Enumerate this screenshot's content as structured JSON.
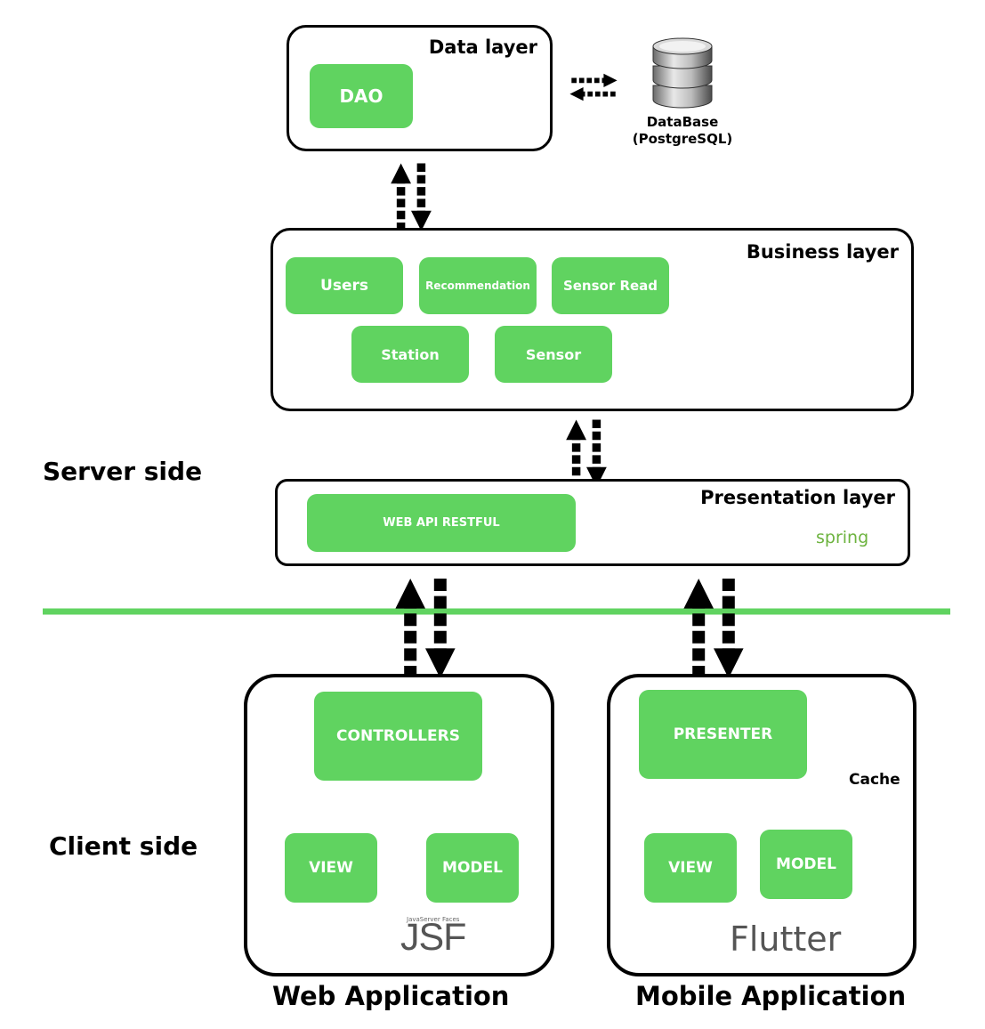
{
  "sections": {
    "server": "Server side",
    "client": "Client side"
  },
  "data_layer": {
    "title": "Data layer",
    "dao": "DAO"
  },
  "database": {
    "line1": "DataBase",
    "line2": "(PostgreSQL)",
    "icon": "database-cylinder-icon"
  },
  "business_layer": {
    "title": "Business layer",
    "users": "Users",
    "recommendation": "Recommendation",
    "sensor_read": "Sensor Read",
    "station": "Station",
    "sensor": "Sensor"
  },
  "presentation_layer": {
    "title": "Presentation layer",
    "api": "WEB API RESTFUL",
    "logo": "spring"
  },
  "web_app": {
    "label": "Web Application",
    "controllers": "CONTROLLERS",
    "view": "VIEW",
    "model": "MODEL",
    "logo_small": "JavaServer Faces",
    "logo_big": "JSF"
  },
  "mobile_app": {
    "label": "Mobile Application",
    "presenter": "PRESENTER",
    "view": "VIEW",
    "model": "MODEL",
    "cache": "Cache",
    "logo": "Flutter"
  },
  "colors": {
    "accent": "#60d360",
    "border": "#000000",
    "jsf_blue": "#2c6fc0",
    "jsf_orange": "#f2a21b",
    "flutter_blue": "#42a5f5",
    "flutter_dark": "#0d47a1"
  }
}
